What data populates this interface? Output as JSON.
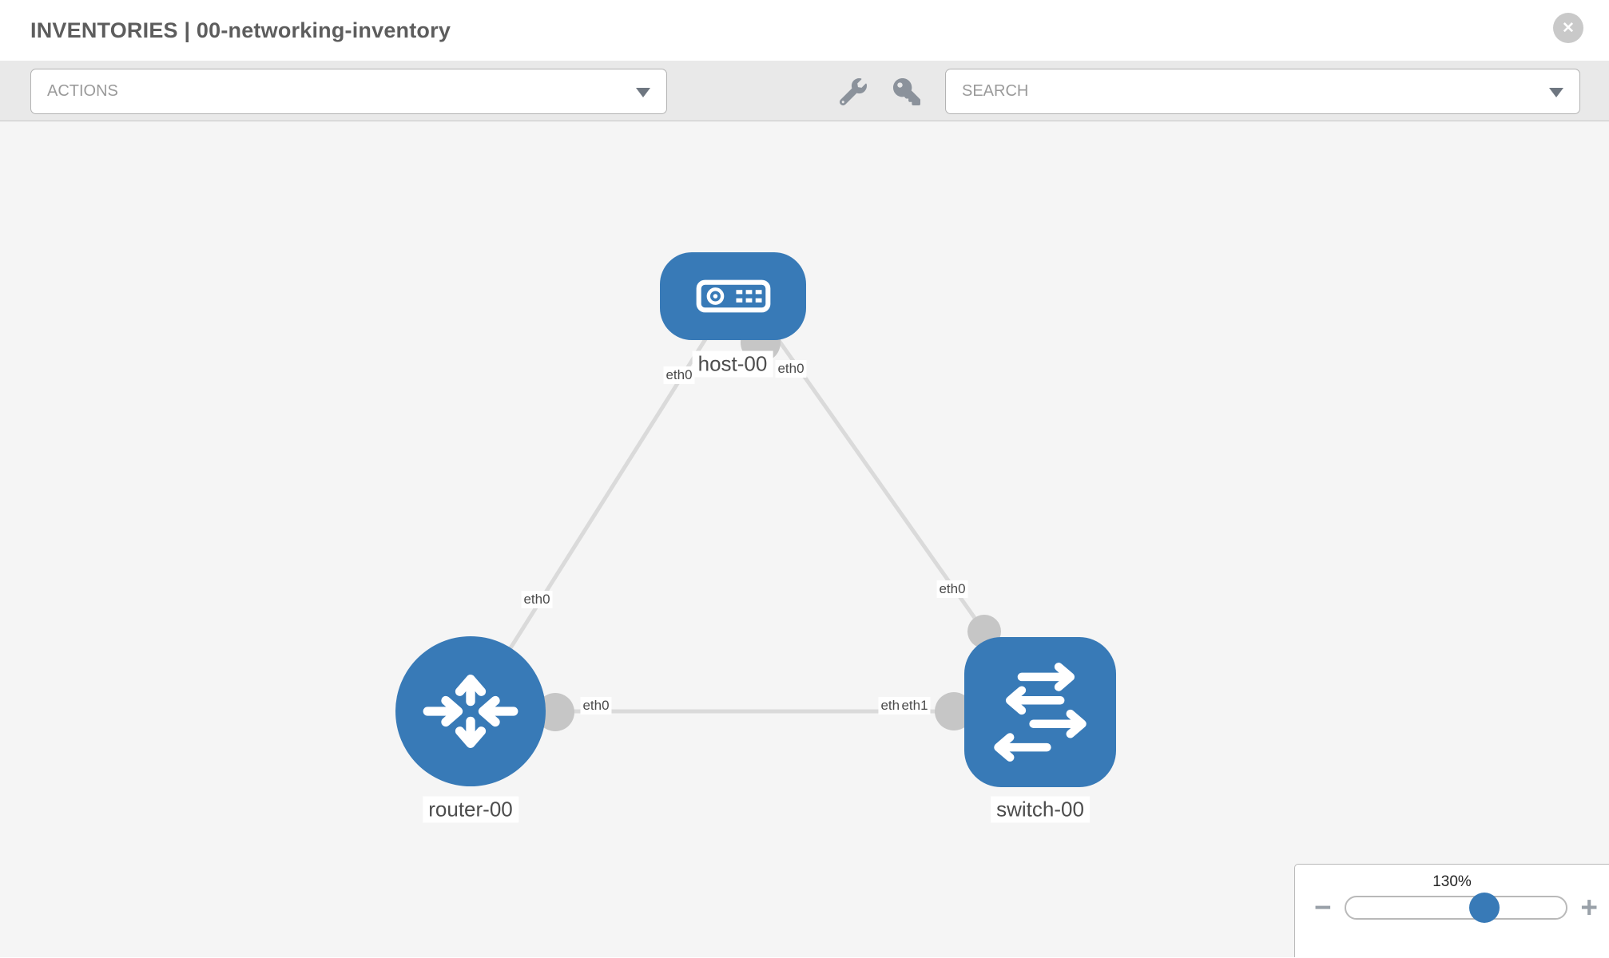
{
  "header": {
    "title": "INVENTORIES | 00-networking-inventory",
    "close_glyph": "✕"
  },
  "toolbar": {
    "actions_label": "ACTIONS",
    "search_label": "SEARCH",
    "icons": [
      "wrench-icon",
      "key-icon"
    ]
  },
  "colors": {
    "accent_blue": "#387ab7",
    "port_gray": "#c6c6c6",
    "link_gray": "#dadada",
    "canvas_bg": "#f5f5f5"
  },
  "topology": {
    "nodes": [
      {
        "id": "host-00",
        "label": "host-00",
        "type": "host"
      },
      {
        "id": "router-00",
        "label": "router-00",
        "type": "router"
      },
      {
        "id": "switch-00",
        "label": "switch-00",
        "type": "switch"
      }
    ],
    "links": [
      {
        "source": "host-00",
        "source_interface": "eth0",
        "target": "router-00",
        "target_interface": "eth0"
      },
      {
        "source": "host-00",
        "source_interface": "eth0",
        "target": "switch-00",
        "target_interface": "eth0"
      },
      {
        "source": "router-00",
        "source_interface": "eth0",
        "target": "switch-00",
        "target_interface": "eth1"
      }
    ],
    "interface_labels": [
      {
        "text": "eth0"
      },
      {
        "text": "eth0"
      },
      {
        "text": "eth0"
      },
      {
        "text": "eth0"
      },
      {
        "text": "eth0"
      },
      {
        "text": "eth0"
      },
      {
        "text": "eth1"
      }
    ]
  },
  "zoom_control": {
    "level_label": "130%",
    "minus_glyph": "−",
    "plus_glyph": "+"
  }
}
